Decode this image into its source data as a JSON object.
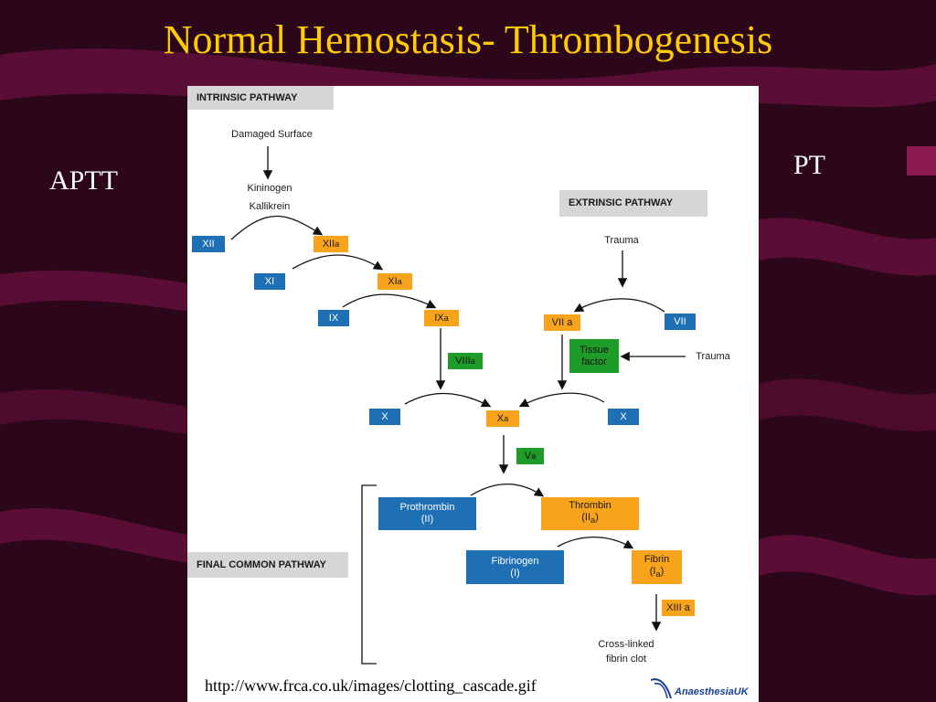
{
  "slide": {
    "title": "Normal Hemostasis- Thrombogenesis",
    "left_label": "APTT",
    "right_label": "PT",
    "source_url": "http://www.frca.co.uk/images/clotting_cascade.gif"
  },
  "diagram": {
    "intrinsic_header": "INTRINSIC PATHWAY",
    "extrinsic_header": "EXTRINSIC PATHWAY",
    "final_header": "FINAL COMMON  PATHWAY",
    "damaged_surface": "Damaged Surface",
    "kininogen": "Kininogen",
    "kallikrein": "Kallikrein",
    "trauma_top": "Trauma",
    "trauma_side": "Trauma",
    "factors": {
      "xii": "XII",
      "xiia": "XII",
      "xi": "XI",
      "xia": "XI",
      "ix": "IX",
      "ixa": "IX",
      "viiia": "VIII",
      "viia": "VII",
      "vii": "VII",
      "tissue_factor_1": "Tissue",
      "tissue_factor_2": "factor",
      "x_left": "X",
      "xa": "X",
      "x_right": "X",
      "va": "V",
      "prothrombin": "Prothrombin",
      "prothrombin_sub": "(II)",
      "thrombin": "Thrombin",
      "thrombin_sub": "(II",
      "fibrinogen": "Fibrinogen",
      "fibrinogen_sub": "(I)",
      "fibrin": "Fibrin",
      "fibrin_sub": "(I",
      "xiiia": "XIII",
      "active_suffix": "a",
      "close_paren": ")"
    },
    "end_product_1": "Cross-linked",
    "end_product_2": "fibrin clot",
    "logo_text": "AnaesthesiaUK"
  },
  "colors": {
    "title": "#ffcc00",
    "inactive_factor": "#1f6fb5",
    "active_factor": "#f7a31c",
    "cofactor": "#1e9c2a",
    "header_box": "#d6d6d6"
  }
}
